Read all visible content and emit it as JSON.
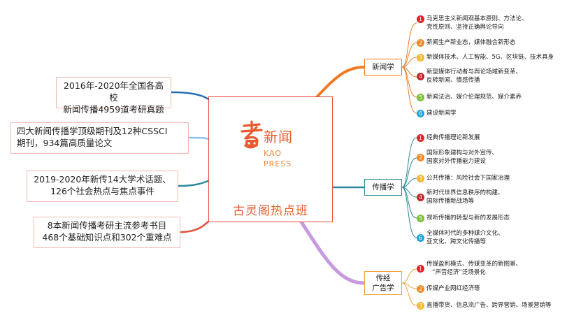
{
  "center": {
    "logo_name": "新闻",
    "logo_en_line1": "KAO",
    "logo_en_line2": "PRESS",
    "title": "古灵阁热点班"
  },
  "left_boxes": [
    {
      "lines": [
        "2016年-2020年全国各高校",
        "新闻传播4959道考研真题"
      ]
    },
    {
      "lines": [
        "四大新闻传播学顶级期刊及12种CSSCI",
        "期刊，934篇高质量论文"
      ]
    },
    {
      "lines": [
        "2019-2020年新传14大学术话题、",
        "126个社会热点与焦点事件"
      ]
    },
    {
      "lines": [
        "8本新闻传播考研主流参考书目",
        "468个基础知识点和302个重难点"
      ]
    }
  ],
  "branches": [
    {
      "label": "新闻学",
      "items": [
        {
          "num": "1",
          "lines": [
            "马克思主义新闻观基本原则、方法论、",
            "党性原则、坚持正确舆论导向"
          ]
        },
        {
          "num": "2",
          "lines": [
            "新闻生产新业态，媒体融合新形态"
          ]
        },
        {
          "num": "3",
          "lines": [
            "新媒体技术、人工智能、5G、区块链、技术具身"
          ]
        },
        {
          "num": "4",
          "lines": [
            "新型媒体行动者与舆论场域新变革、",
            "反转新闻、情感传播"
          ]
        },
        {
          "num": "5",
          "lines": [
            "新闻法治、媒介伦理规范、媒介素养"
          ]
        },
        {
          "num": "6",
          "lines": [
            "建设新闻学"
          ]
        }
      ]
    },
    {
      "label": "传播学",
      "items": [
        {
          "num": "1",
          "lines": [
            "经典传播理论新发展"
          ]
        },
        {
          "num": "2",
          "lines": [
            "国际形象建构与对外宣传、",
            "国家对外传播能力建设"
          ]
        },
        {
          "num": "3",
          "lines": [
            "公共传播：风险社会下国家治理"
          ]
        },
        {
          "num": "4",
          "lines": [
            "新时代世界信息秩序的构建、",
            "国际传播新战场等"
          ]
        },
        {
          "num": "5",
          "lines": [
            "视听传播的转型与新的发展形态"
          ]
        },
        {
          "num": "6",
          "lines": [
            "全媒体时代的多种媒介文化、",
            "亚文化、跨文化传播等"
          ]
        }
      ]
    },
    {
      "label_lines": [
        "传经",
        "广告学"
      ],
      "items": [
        {
          "num": "1",
          "lines": [
            "传媒盈利模式、传媒变革的新图景、",
            "“声音经济”泛场景化"
          ]
        },
        {
          "num": "2",
          "lines": [
            "传媒产业网红经济等"
          ]
        },
        {
          "num": "3",
          "lines": [
            "直播带货、信息流广告、跨界营销、场景营销等"
          ]
        }
      ]
    }
  ],
  "badge_colors": [
    "#e8202a",
    "#f08a24",
    "#f5b82e",
    "#c3272b",
    "#7cc13a",
    "#1fa7d8"
  ],
  "edge_colors": {
    "left": [
      "#2a6db5",
      "#8cc5ea",
      "#2e8b9a",
      "#e0503a"
    ],
    "right": [
      "#f07b24",
      "#2e8b9a",
      "#c79ae0"
    ]
  }
}
